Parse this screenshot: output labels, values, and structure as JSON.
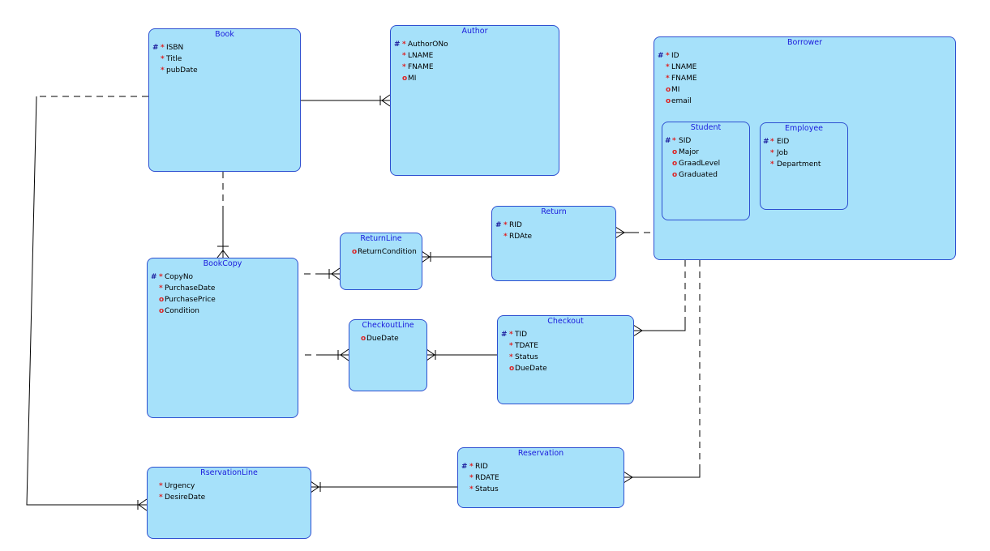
{
  "entities": {
    "book": {
      "title": "Book",
      "attrs": [
        {
          "pk": "#",
          "flag": "*",
          "name": "ISBN"
        },
        {
          "pk": "",
          "flag": "*",
          "name": "Title"
        },
        {
          "pk": "",
          "flag": "*",
          "name": "pubDate"
        }
      ]
    },
    "author": {
      "title": "Author",
      "attrs": [
        {
          "pk": "#",
          "flag": "*",
          "name": "AuthorONo"
        },
        {
          "pk": "",
          "flag": "*",
          "name": "LNAME"
        },
        {
          "pk": "",
          "flag": "*",
          "name": "FNAME"
        },
        {
          "pk": "",
          "flag": "o",
          "name": "MI"
        }
      ]
    },
    "borrower": {
      "title": "Borrower",
      "attrs": [
        {
          "pk": "#",
          "flag": "*",
          "name": "ID"
        },
        {
          "pk": "",
          "flag": "*",
          "name": "LNAME"
        },
        {
          "pk": "",
          "flag": "*",
          "name": "FNAME"
        },
        {
          "pk": "",
          "flag": "o",
          "name": "MI"
        },
        {
          "pk": "",
          "flag": "o",
          "name": "email"
        }
      ]
    },
    "student": {
      "title": "Student",
      "attrs": [
        {
          "pk": "#",
          "flag": "*",
          "name": "SID"
        },
        {
          "pk": "",
          "flag": "o",
          "name": "Major"
        },
        {
          "pk": "",
          "flag": "o",
          "name": "GraadLevel"
        },
        {
          "pk": "",
          "flag": "o",
          "name": "Graduated"
        }
      ]
    },
    "employee": {
      "title": "Employee",
      "attrs": [
        {
          "pk": "#",
          "flag": "*",
          "name": "EID"
        },
        {
          "pk": "",
          "flag": "*",
          "name": "Job"
        },
        {
          "pk": "",
          "flag": "*",
          "name": "Department"
        }
      ]
    },
    "return": {
      "title": "Return",
      "attrs": [
        {
          "pk": "#",
          "flag": "*",
          "name": "RID"
        },
        {
          "pk": "",
          "flag": "*",
          "name": "RDAte"
        }
      ]
    },
    "returnline": {
      "title": "ReturnLine",
      "attrs": [
        {
          "pk": "",
          "flag": "o",
          "name": "ReturnCondition"
        }
      ]
    },
    "bookcopy": {
      "title": "BookCopy",
      "attrs": [
        {
          "pk": "#",
          "flag": "*",
          "name": "CopyNo"
        },
        {
          "pk": "",
          "flag": "*",
          "name": "PurchaseDate"
        },
        {
          "pk": "",
          "flag": "o",
          "name": "PurchasePrice"
        },
        {
          "pk": "",
          "flag": "o",
          "name": "Condition"
        }
      ]
    },
    "checkoutline": {
      "title": "CheckoutLine",
      "attrs": [
        {
          "pk": "",
          "flag": "o",
          "name": "DueDate"
        }
      ]
    },
    "checkout": {
      "title": "Checkout",
      "attrs": [
        {
          "pk": "#",
          "flag": "*",
          "name": "TID"
        },
        {
          "pk": "",
          "flag": "*",
          "name": "TDATE"
        },
        {
          "pk": "",
          "flag": "*",
          "name": "Status"
        },
        {
          "pk": "",
          "flag": "o",
          "name": "DueDate"
        }
      ]
    },
    "reservation": {
      "title": "Reservation",
      "attrs": [
        {
          "pk": "#",
          "flag": "*",
          "name": "RID"
        },
        {
          "pk": "",
          "flag": "*",
          "name": "RDATE"
        },
        {
          "pk": "",
          "flag": "*",
          "name": "Status"
        }
      ]
    },
    "rservationline": {
      "title": "RservationLine",
      "attrs": [
        {
          "pk": "",
          "flag": "*",
          "name": "Urgency"
        },
        {
          "pk": "",
          "flag": "*",
          "name": "DesireDate"
        }
      ]
    }
  },
  "colors": {
    "entity_fill": "#a6e1fa",
    "entity_border": "#2d4fd0",
    "title": "#1a1adc",
    "mandatory": "#dd2222",
    "line": "#000000"
  }
}
